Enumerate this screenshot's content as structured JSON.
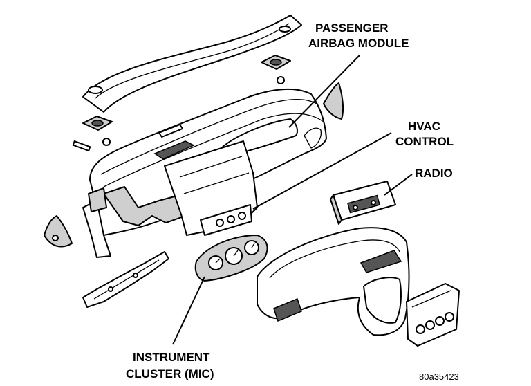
{
  "labels": {
    "airbag_line1": "PASSENGER",
    "airbag_line2": "AIRBAG MODULE",
    "hvac_line1": "HVAC",
    "hvac_line2": "CONTROL",
    "radio": "RADIO",
    "cluster_line1": "INSTRUMENT",
    "cluster_line2": "CLUSTER (MIC)"
  },
  "figure_id": "80a35423"
}
